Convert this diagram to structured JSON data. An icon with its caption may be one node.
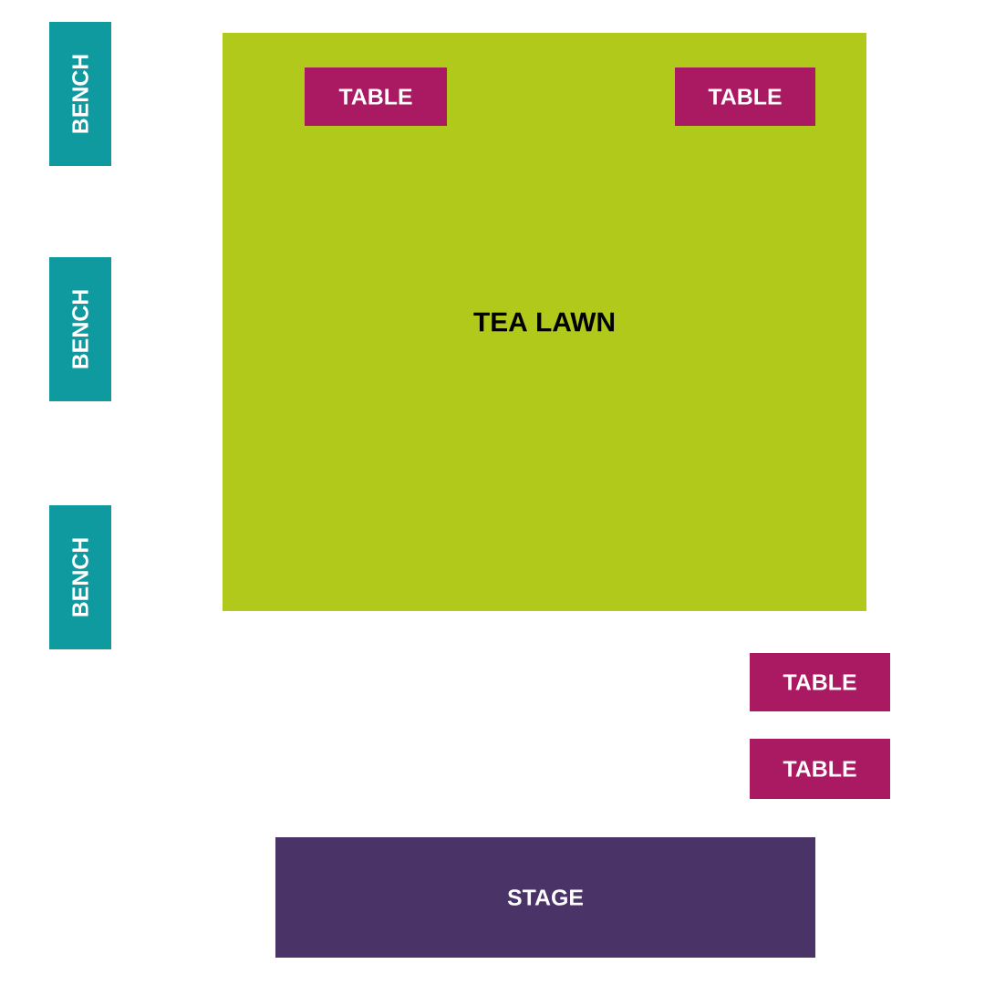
{
  "diagram": {
    "nodes": [
      {
        "text": [
          "TEA LAWN"
        ]
      },
      {
        "text": [
          "TABLE"
        ],
        "in": 0
      },
      {
        "text": [
          "TABLE"
        ],
        "in": 0
      },
      {
        "text": [
          "BENCH"
        ]
      },
      {
        "text": [
          "BENCH"
        ]
      },
      {
        "text": [
          "BENCH"
        ]
      },
      {
        "text": [
          "TABLE"
        ]
      },
      {
        "text": [
          "TABLE"
        ]
      },
      {
        "text": [
          "STAGE"
        ]
      }
    ]
  }
}
